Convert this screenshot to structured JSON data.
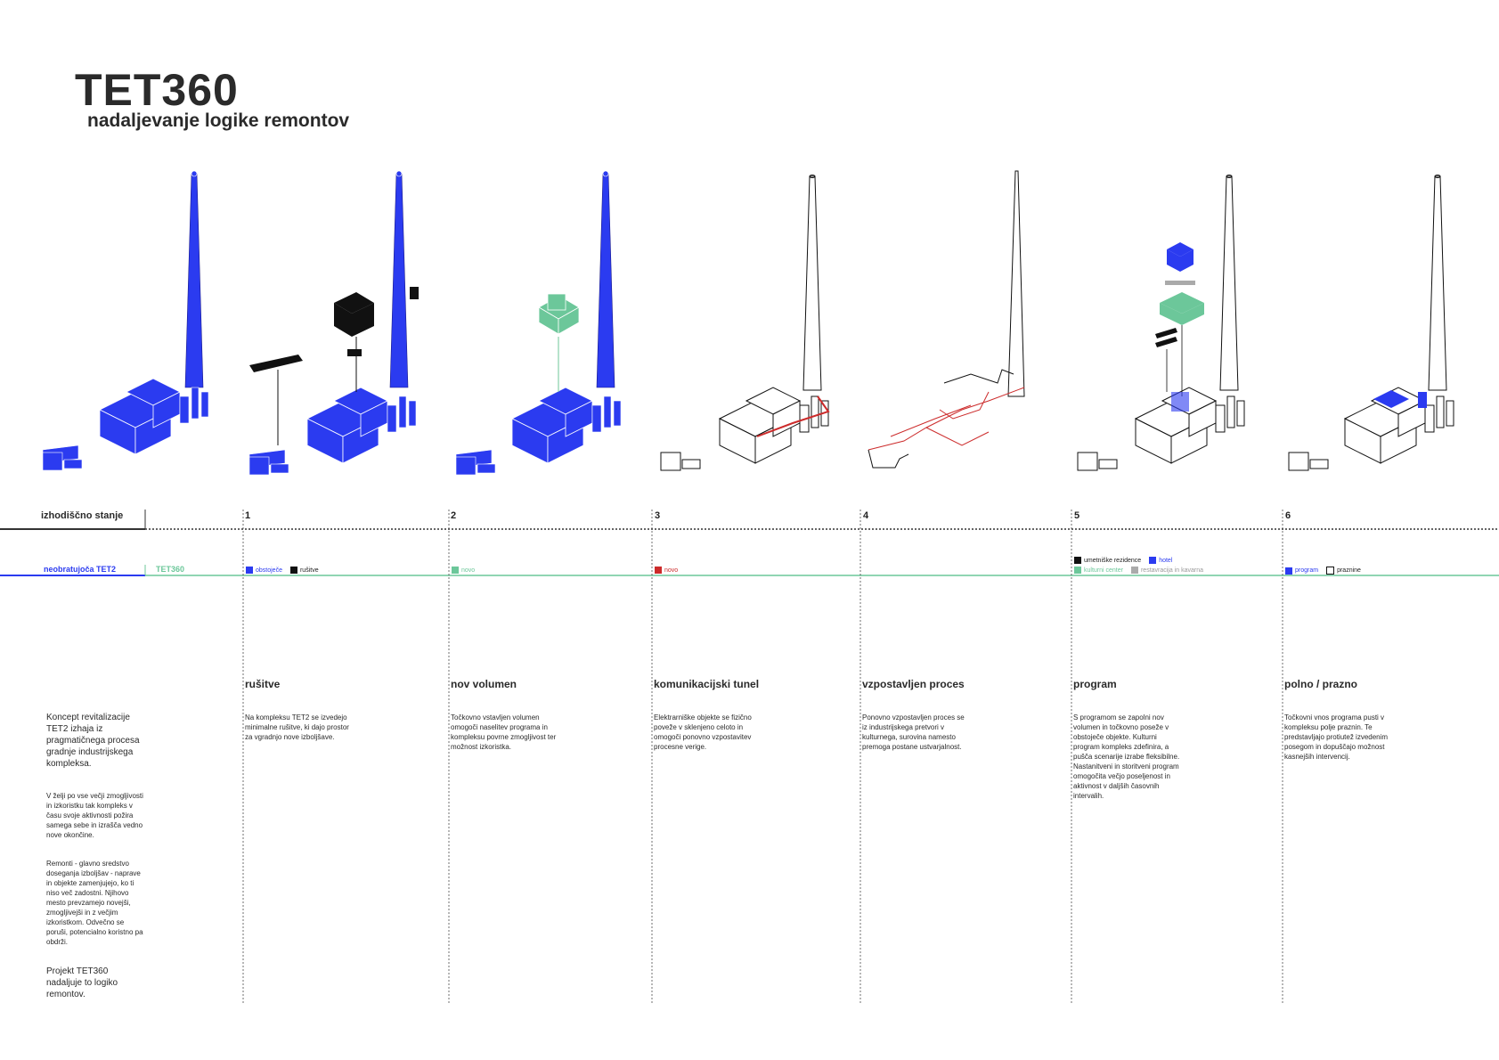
{
  "header": {
    "title": "TET360",
    "subtitle": "nadaljevanje logike remontov"
  },
  "colors": {
    "blue": "#2b3bf0",
    "green": "#6cc79a",
    "red": "#cc2b2b",
    "black": "#111111",
    "grey": "#aaaaaa"
  },
  "timeline": {
    "start_label": "izhodiščno stanje",
    "lane_left": "neobratujoča TET2",
    "lane_right": "TET360"
  },
  "stages": [
    {
      "num": "1",
      "title": "rušitve",
      "desc": "Na kompleksu TET2 se izvedejo minimalne rušitve, ki dajo prostor za vgradnjo nove izboljšave.",
      "legend": [
        {
          "label": "obstoječe",
          "color": "#2b3bf0"
        },
        {
          "label": "rušitve",
          "color": "#111111"
        }
      ]
    },
    {
      "num": "2",
      "title": "nov volumen",
      "desc": "Točkovno vstavljen volumen omogoči naselitev programa in kompleksu povrne zmogljivost ter možnost izkoristka.",
      "legend": [
        {
          "label": "novo",
          "color": "#6cc79a"
        }
      ]
    },
    {
      "num": "3",
      "title": "komunikacijski tunel",
      "desc": "Elektrarniške objekte se fizično poveže v sklenjeno celoto in omogoči ponovno vzpostavitev procesne verige.",
      "legend": [
        {
          "label": "novo",
          "color": "#cc2b2b"
        }
      ]
    },
    {
      "num": "4",
      "title": "vzpostavljen proces",
      "desc": "Ponovno vzpostavljen proces se iz industrijskega pretvori v kulturnega, surovina namesto premoga postane ustvarjalnost.",
      "legend": []
    },
    {
      "num": "5",
      "title": "program",
      "desc": "S programom se zapolni nov volumen in točkovno poseže v obstoječe objekte. Kulturni program kompleks zdefinira, a pušča scenarije izrabe fleksibilne. Nastanitveni in storitveni program omogočita večjo poseljenost in aktivnost v daljših časovnih intervalih.",
      "legend": [
        {
          "label": "umetniške rezidence",
          "color": "#111111"
        },
        {
          "label": "hotel",
          "color": "#2b3bf0"
        },
        {
          "label": "kulturni center",
          "color": "#6cc79a"
        },
        {
          "label": "restavracija in kavarna",
          "color": "#aaaaaa"
        }
      ]
    },
    {
      "num": "6",
      "title": "polno / prazno",
      "desc": "Točkovni vnos programa pusti v kompleksu polje praznin. Te predstavljajo protiutež izvedenim posegom in dopuščajo možnost kasnejših intervencij.",
      "legend": [
        {
          "label": "program",
          "color": "#2b3bf0"
        },
        {
          "label": "praznine",
          "color": "#ffffff"
        }
      ]
    }
  ],
  "intro": {
    "p1": "Koncept revitalizacije TET2 izhaja iz pragmatičnega procesa gradnje industrijskega kompleksa.",
    "p2": "V želji po vse večji zmogljivosti in izkoristku tak kompleks v času svoje aktivnosti požira samega sebe in izrašča vedno nove okončine.",
    "p3": "Remonti - glavno sredstvo doseganja izboljšav - naprave in objekte zamenjujejo, ko ti niso več zadostni. Njihovo mesto prevzamejo novejši, zmogljivejši in z večjim izkoristkom. Odvečno se poruši, potencialno koristno pa obdrži.",
    "p4": "Projekt TET360 nadaljuje to logiko remontov."
  }
}
